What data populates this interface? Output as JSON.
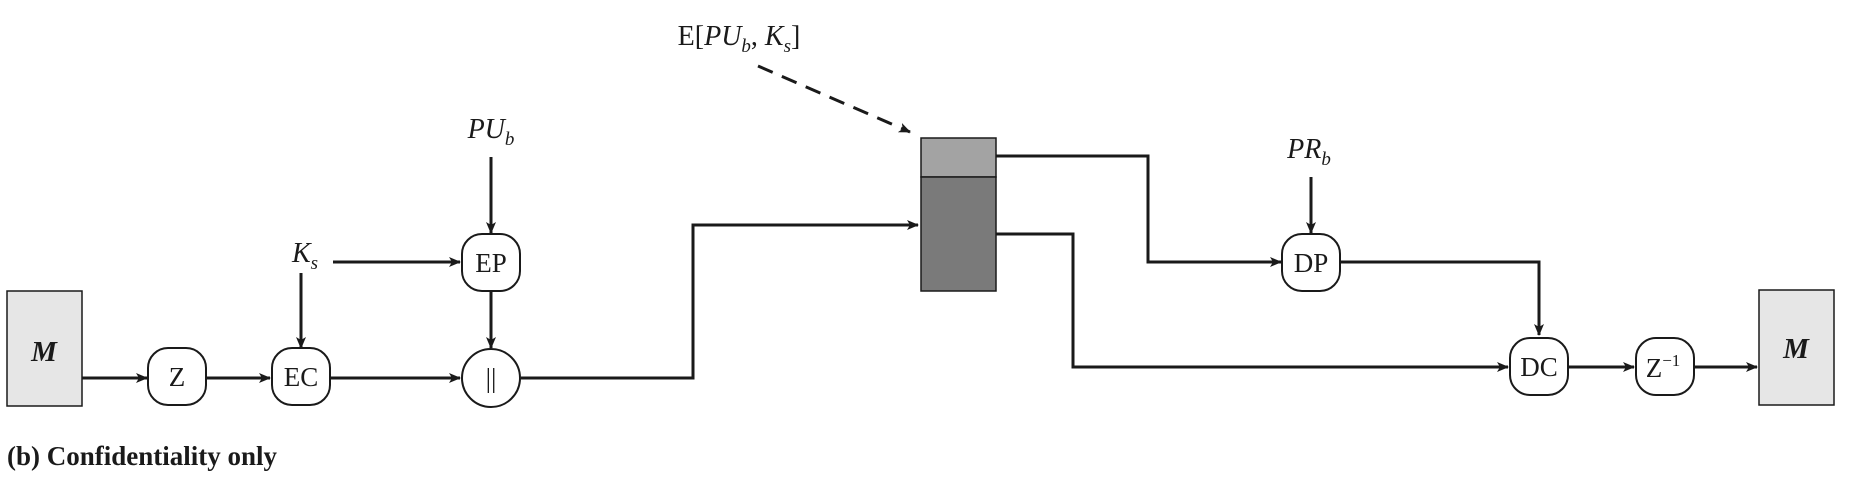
{
  "caption": "(b) Confidentiality only",
  "boxes": {
    "message_in": "M",
    "message_out": "M"
  },
  "nodes": {
    "z": "Z",
    "ec": "EC",
    "ep": "EP",
    "concat": "||",
    "dp": "DP",
    "dc": "DC",
    "z_inv_base": "Z",
    "z_inv_sup": "−1"
  },
  "inputs": {
    "pub_key_base": "PU",
    "pub_key_sub": "b",
    "session_key_base": "K",
    "session_key_sub": "s",
    "priv_key_base": "PR",
    "priv_key_sub": "b"
  },
  "envelope_label": {
    "prefix": "E[",
    "pu_base": "PU",
    "pu_sub": "b",
    "sep": ", ",
    "k_base": "K",
    "k_sub": "s",
    "suffix": "]"
  },
  "colors": {
    "message_box": "#e6e6e6",
    "packet_header": "#a3a3a3",
    "packet_body": "#7a7a7a",
    "stroke": "#1a1a1a"
  }
}
